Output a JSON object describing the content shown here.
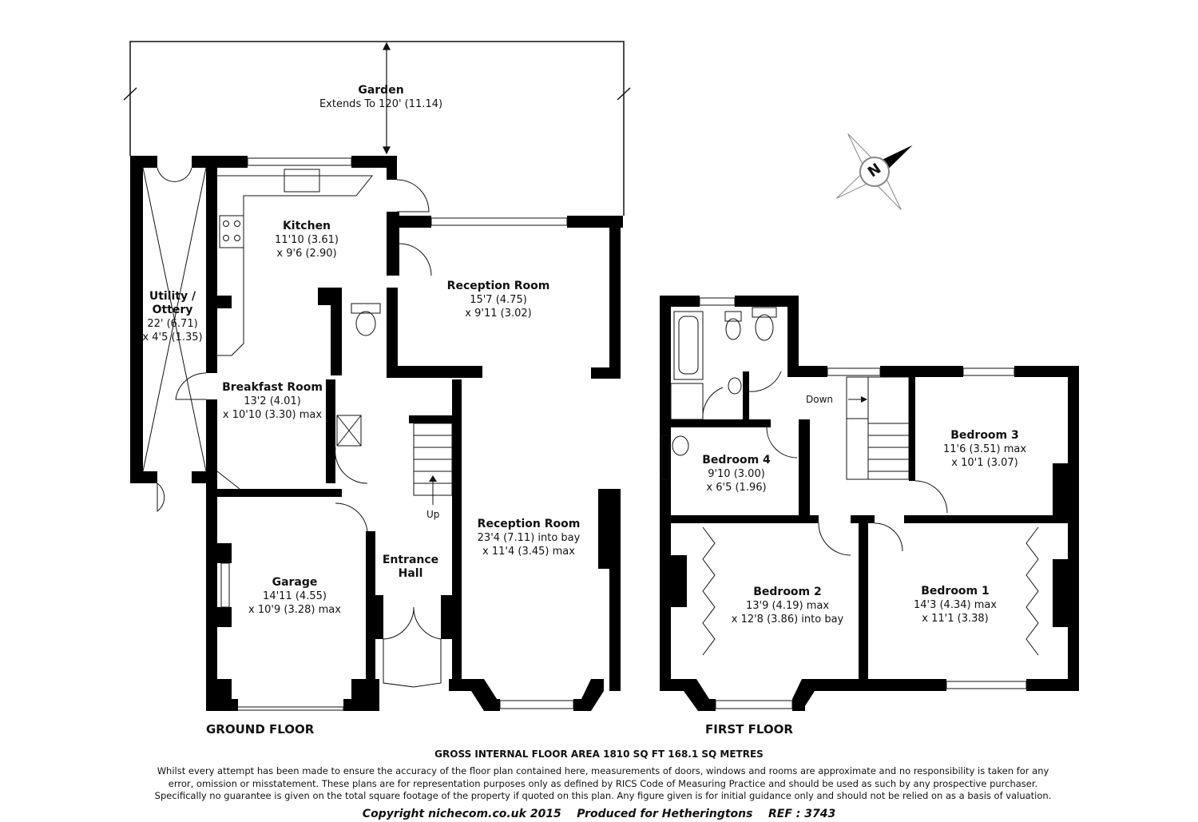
{
  "garden": {
    "name": "Garden",
    "dimension": "Extends To 120' (11.14)"
  },
  "ground_floor": {
    "title": "GROUND FLOOR",
    "rooms": [
      {
        "name": "Kitchen",
        "dim1": "11'10 (3.61)",
        "dim2": "x 9'6 (2.90)"
      },
      {
        "name": "Utility /",
        "name2": "Ottery",
        "dim1": "22' (6.71)",
        "dim2": "x 4'5 (1.35)"
      },
      {
        "name": "Breakfast Room",
        "dim1": "13'2 (4.01)",
        "dim2": "x 10'10 (3.30) max"
      },
      {
        "name": "Reception Room",
        "dim1": "15'7 (4.75)",
        "dim2": "x 9'11 (3.02)"
      },
      {
        "name": "Reception Room",
        "dim1": "23'4 (7.11) into bay",
        "dim2": "x 11'4 (3.45) max"
      },
      {
        "name": "Garage",
        "dim1": "14'11 (4.55)",
        "dim2": "x 10'9 (3.28) max"
      },
      {
        "name": "Entrance",
        "name2": "Hall"
      }
    ],
    "stairs_label": "Up"
  },
  "first_floor": {
    "title": "FIRST FLOOR",
    "rooms": [
      {
        "name": "Bedroom 4",
        "dim1": "9'10 (3.00)",
        "dim2": "x 6'5 (1.96)"
      },
      {
        "name": "Bedroom 3",
        "dim1": "11'6 (3.51) max",
        "dim2": "x 10'1 (3.07)"
      },
      {
        "name": "Bedroom 2",
        "dim1": "13'9 (4.19) max",
        "dim2": "x 12'8 (3.86) into bay"
      },
      {
        "name": "Bedroom 1",
        "dim1": "14'3 (4.34) max",
        "dim2": "x 11'1 (3.38)"
      }
    ],
    "stairs_label": "Down"
  },
  "compass": {
    "label": "N"
  },
  "footer": {
    "area": "GROSS INTERNAL FLOOR AREA 1810 SQ FT 168.1 SQ METRES",
    "disclaimer": "Whilst every attempt has been made to ensure the accuracy of the floor plan contained here, measurements of doors, windows and rooms are approximate and no responsibility is taken for any error, omission or misstatement. These plans are for representation purposes only as defined by RICS Code of Measuring Practice and should be used as such by any prospective purchaser.  Specifically no guarantee is given on the total square footage of the property if quoted on this plan. Any figure given is for initial guidance only and should not be relied on as a basis of valuation.",
    "copyright": "Copyright nichecom.co.uk 2015    Produced for Hetheringtons    REF : 3743"
  }
}
